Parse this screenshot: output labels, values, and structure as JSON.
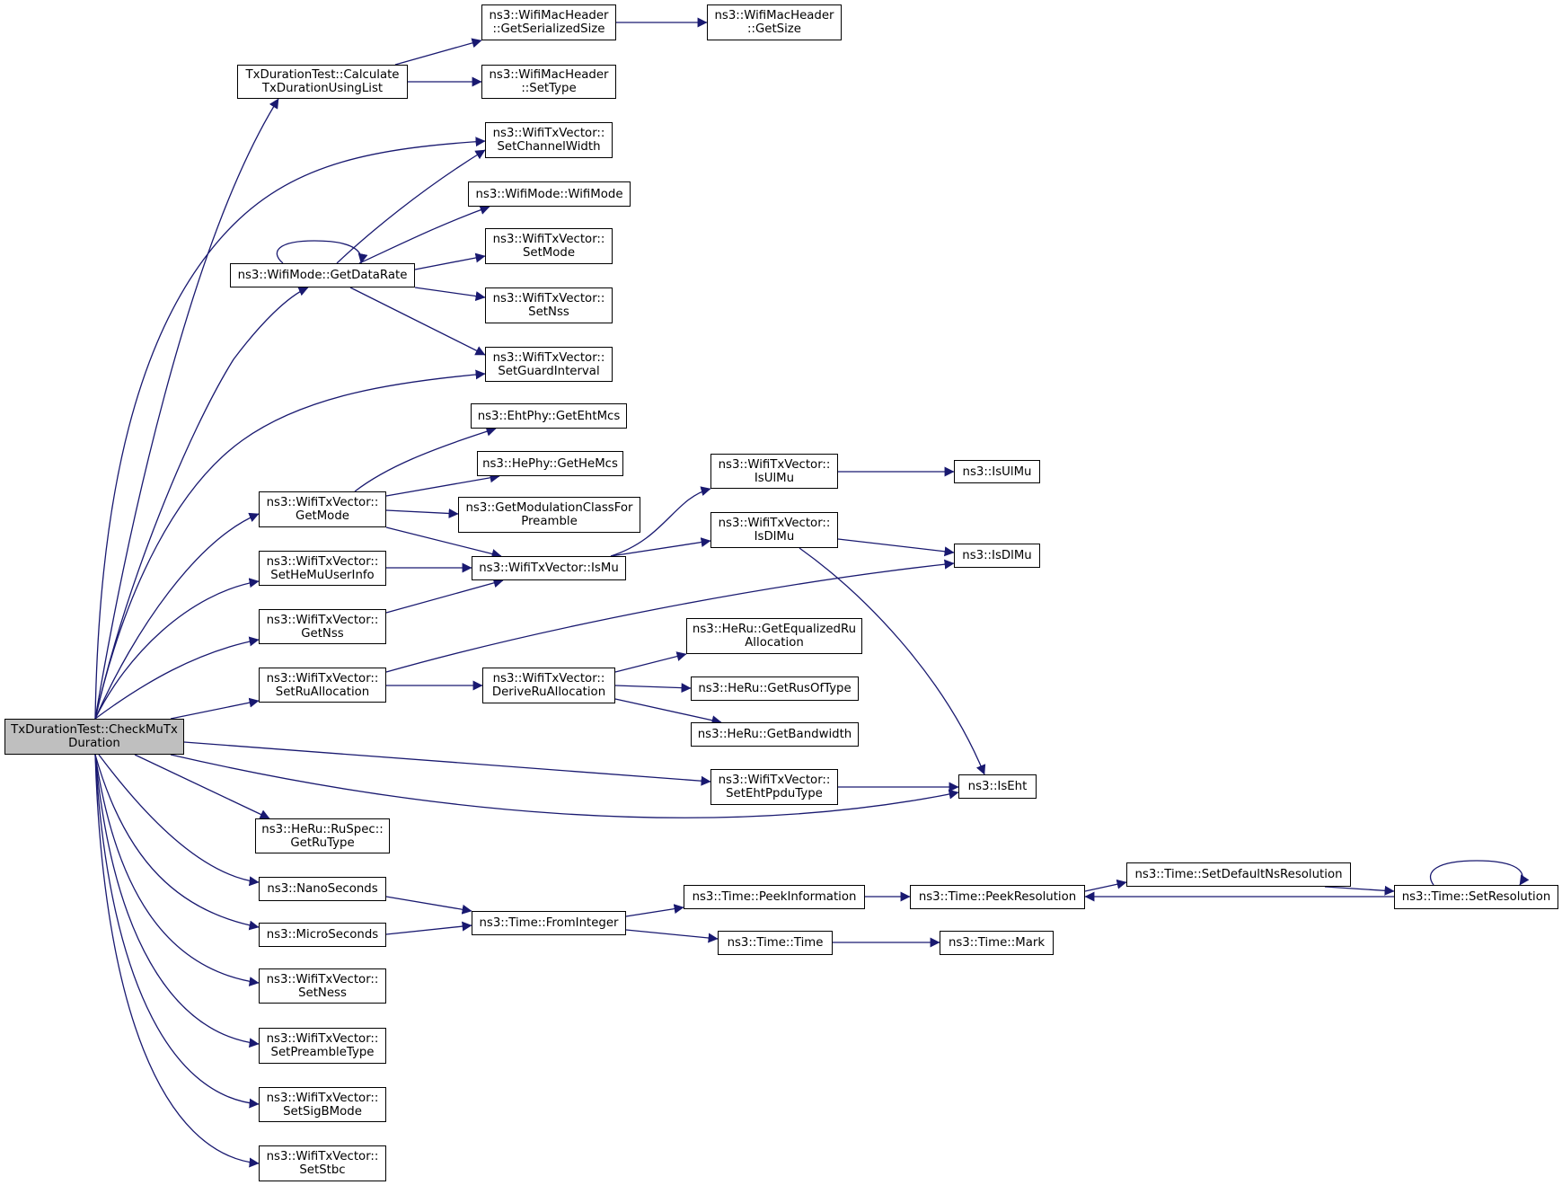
{
  "graph": {
    "title": "",
    "edge_color": "#191970",
    "root_fill": "#bfbfbf",
    "nodes": [
      {
        "id": "check",
        "label": "TxDurationTest::CheckMuTx\nDuration",
        "root": true
      },
      {
        "id": "calc",
        "label": "TxDurationTest::Calculate\nTxDurationUsingList"
      },
      {
        "id": "getser",
        "label": "ns3::WifiMacHeader\n::GetSerializedSize"
      },
      {
        "id": "getsize",
        "label": "ns3::WifiMacHeader\n::GetSize"
      },
      {
        "id": "settype",
        "label": "ns3::WifiMacHeader\n::SetType"
      },
      {
        "id": "setcw",
        "label": "ns3::WifiTxVector::\nSetChannelWidth"
      },
      {
        "id": "wifimode",
        "label": "ns3::WifiMode::WifiMode"
      },
      {
        "id": "getdr",
        "label": "ns3::WifiMode::GetDataRate"
      },
      {
        "id": "setmode",
        "label": "ns3::WifiTxVector::\nSetMode"
      },
      {
        "id": "setnss",
        "label": "ns3::WifiTxVector::\nSetNss"
      },
      {
        "id": "setgi",
        "label": "ns3::WifiTxVector::\nSetGuardInterval"
      },
      {
        "id": "getehtmcs",
        "label": "ns3::EhtPhy::GetEhtMcs"
      },
      {
        "id": "gethemcs",
        "label": "ns3::HePhy::GetHeMcs"
      },
      {
        "id": "getmodclass",
        "label": "ns3::GetModulationClassFor\nPreamble"
      },
      {
        "id": "getmode",
        "label": "ns3::WifiTxVector::\nGetMode"
      },
      {
        "id": "setheuser",
        "label": "ns3::WifiTxVector::\nSetHeMuUserInfo"
      },
      {
        "id": "getnss",
        "label": "ns3::WifiTxVector::\nGetNss"
      },
      {
        "id": "setru",
        "label": "ns3::WifiTxVector::\nSetRuAllocation"
      },
      {
        "id": "ismu",
        "label": "ns3::WifiTxVector::IsMu"
      },
      {
        "id": "tvisulmu",
        "label": "ns3::WifiTxVector::\nIsUlMu"
      },
      {
        "id": "tvisdlmu",
        "label": "ns3::WifiTxVector::\nIsDlMu"
      },
      {
        "id": "isulmu",
        "label": "ns3::IsUlMu"
      },
      {
        "id": "isdlmu",
        "label": "ns3::IsDlMu"
      },
      {
        "id": "deriveru",
        "label": "ns3::WifiTxVector::\nDeriveRuAllocation"
      },
      {
        "id": "geteqru",
        "label": "ns3::HeRu::GetEqualizedRu\nAllocation"
      },
      {
        "id": "getrus",
        "label": "ns3::HeRu::GetRusOfType"
      },
      {
        "id": "getbw",
        "label": "ns3::HeRu::GetBandwidth"
      },
      {
        "id": "setehtppdu",
        "label": "ns3::WifiTxVector::\nSetEhtPpduType"
      },
      {
        "id": "iseht",
        "label": "ns3::IsEht"
      },
      {
        "id": "getrutype",
        "label": "ns3::HeRu::RuSpec::\nGetRuType"
      },
      {
        "id": "nanosec",
        "label": "ns3::NanoSeconds"
      },
      {
        "id": "microsec",
        "label": "ns3::MicroSeconds"
      },
      {
        "id": "frominteger",
        "label": "ns3::Time::FromInteger"
      },
      {
        "id": "peekinfo",
        "label": "ns3::Time::PeekInformation"
      },
      {
        "id": "peekres",
        "label": "ns3::Time::PeekResolution"
      },
      {
        "id": "setdefres",
        "label": "ns3::Time::SetDefaultNsResolution"
      },
      {
        "id": "setres",
        "label": "ns3::Time::SetResolution"
      },
      {
        "id": "timetime",
        "label": "ns3::Time::Time"
      },
      {
        "id": "timemark",
        "label": "ns3::Time::Mark"
      },
      {
        "id": "setness",
        "label": "ns3::WifiTxVector::\nSetNess"
      },
      {
        "id": "setpreamble",
        "label": "ns3::WifiTxVector::\nSetPreambleType"
      },
      {
        "id": "setsigb",
        "label": "ns3::WifiTxVector::\nSetSigBMode"
      },
      {
        "id": "setstbc",
        "label": "ns3::WifiTxVector::\nSetStbc"
      }
    ],
    "edges": [
      [
        "check",
        "calc"
      ],
      [
        "calc",
        "getser"
      ],
      [
        "getser",
        "getsize"
      ],
      [
        "calc",
        "settype"
      ],
      [
        "check",
        "setcw"
      ],
      [
        "check",
        "getdr"
      ],
      [
        "getdr",
        "setcw"
      ],
      [
        "getdr",
        "wifimode"
      ],
      [
        "getdr",
        "getdr"
      ],
      [
        "getdr",
        "setmode"
      ],
      [
        "getdr",
        "setnss"
      ],
      [
        "getdr",
        "setgi"
      ],
      [
        "check",
        "setgi"
      ],
      [
        "check",
        "getmode"
      ],
      [
        "getmode",
        "getehtmcs"
      ],
      [
        "getmode",
        "gethemcs"
      ],
      [
        "getmode",
        "getmodclass"
      ],
      [
        "getmode",
        "ismu"
      ],
      [
        "check",
        "setheuser"
      ],
      [
        "setheuser",
        "ismu"
      ],
      [
        "check",
        "getnss"
      ],
      [
        "getnss",
        "ismu"
      ],
      [
        "ismu",
        "tvisulmu"
      ],
      [
        "ismu",
        "tvisdlmu"
      ],
      [
        "tvisulmu",
        "isulmu"
      ],
      [
        "tvisdlmu",
        "isdlmu"
      ],
      [
        "tvisdlmu",
        "iseht"
      ],
      [
        "check",
        "setru"
      ],
      [
        "setru",
        "isdlmu"
      ],
      [
        "setru",
        "deriveru"
      ],
      [
        "deriveru",
        "geteqru"
      ],
      [
        "deriveru",
        "getrus"
      ],
      [
        "deriveru",
        "getbw"
      ],
      [
        "check",
        "setehtppdu"
      ],
      [
        "setehtppdu",
        "iseht"
      ],
      [
        "check",
        "iseht"
      ],
      [
        "check",
        "getrutype"
      ],
      [
        "check",
        "nanosec"
      ],
      [
        "check",
        "microsec"
      ],
      [
        "nanosec",
        "frominteger"
      ],
      [
        "microsec",
        "frominteger"
      ],
      [
        "frominteger",
        "peekinfo"
      ],
      [
        "frominteger",
        "timetime"
      ],
      [
        "peekinfo",
        "peekres"
      ],
      [
        "peekres",
        "setdefres"
      ],
      [
        "setdefres",
        "setres"
      ],
      [
        "setres",
        "peekres"
      ],
      [
        "setres",
        "setres"
      ],
      [
        "timetime",
        "timemark"
      ],
      [
        "check",
        "setness"
      ],
      [
        "check",
        "setpreamble"
      ],
      [
        "check",
        "setsigb"
      ],
      [
        "check",
        "setstbc"
      ]
    ]
  }
}
